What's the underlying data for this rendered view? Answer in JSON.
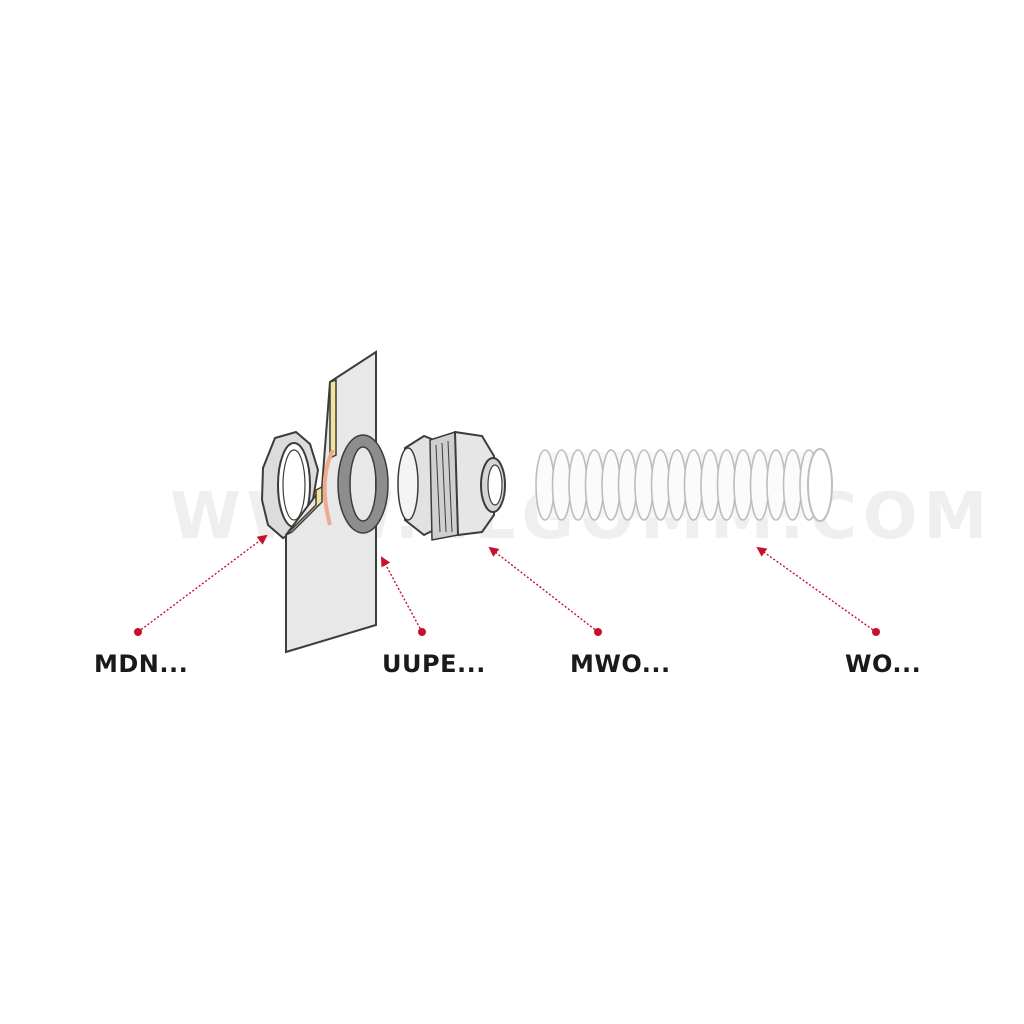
{
  "watermark": "WWW.ELGOMM.COM",
  "labels": {
    "mdn": "MDN...",
    "uupe": "UUPE...",
    "mwo": "MWO...",
    "wo": "WO..."
  },
  "colors": {
    "accent": "#c8102e",
    "outline": "#3c3c3c",
    "panel": "#e8e8e8",
    "edge_yellow": "#f3e39a",
    "seal_orange": "#f0a98c",
    "seal_ring": "#8d8d8d",
    "text": "#1a1a1a"
  }
}
